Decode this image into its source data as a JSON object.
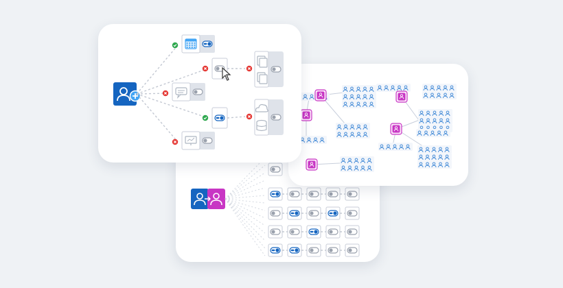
{
  "palette": {
    "blue": "#1565c0",
    "light_blue": "#42a5f5",
    "magenta": "#c836c4",
    "panel_gray": "#dfe3ea",
    "tile_border": "#c9ced8",
    "dash": "#c3c8d2",
    "green": "#2fa84f",
    "red": "#e53935",
    "toggle_off": "#9aa1ad",
    "people_blue": "#4a8fd8"
  },
  "icons": {
    "add_user": "user-plus-icon",
    "transfer_user": "user-transfer-icon",
    "calendar": "calendar-icon",
    "cloud": "cloud-icon",
    "files": "files-icon",
    "database": "database-icon",
    "chat": "chat-icon",
    "presentation": "presentation-icon",
    "person": "person-icon",
    "people_group": "people-group-icon",
    "cursor": "cursor-icon"
  },
  "access_flow": {
    "branches": [
      {
        "app": "calendar",
        "status": "granted",
        "toggle": "on"
      },
      {
        "app": "switch",
        "status": "denied",
        "toggle": "off"
      },
      {
        "app": "chat",
        "status": "denied",
        "toggle": "off"
      },
      {
        "app": "switch",
        "status": "granted",
        "toggle": "on"
      },
      {
        "app": "presentation",
        "status": "denied",
        "toggle": "off"
      }
    ],
    "downstream": [
      {
        "apps": [
          "files",
          "documents"
        ],
        "status": "denied",
        "toggle": "off"
      },
      {
        "apps": [
          "cloud",
          "database"
        ],
        "status": "denied",
        "toggle": "off"
      }
    ]
  },
  "permission_grid": {
    "columns": 5,
    "rows": [
      [
        "on",
        "off",
        "off",
        "off",
        "off"
      ],
      [
        "off",
        "on",
        "off",
        "on",
        "off"
      ],
      [
        "off",
        "off",
        "on",
        "off",
        "off"
      ],
      [
        "on",
        "on",
        "off",
        "off",
        "off"
      ]
    ],
    "top_single": "off"
  },
  "network_graph": {
    "hubs": 5,
    "groups": 11
  }
}
